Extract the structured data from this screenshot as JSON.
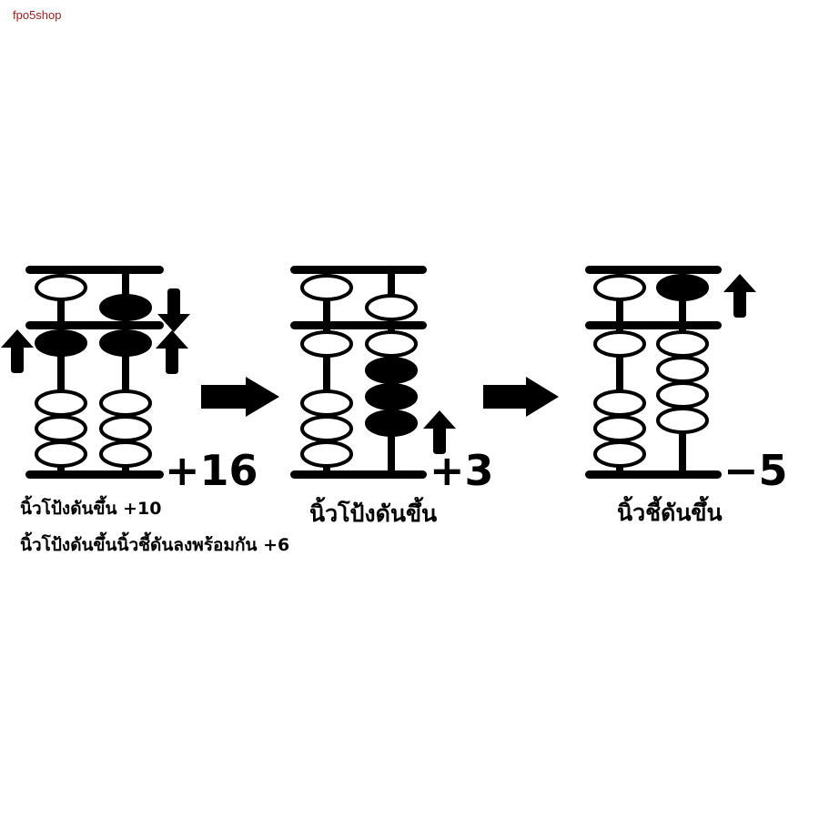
{
  "watermark": "fpo5shop",
  "colors": {
    "ink": "#000000",
    "paper": "#ffffff",
    "watermark": "#9b1c1c"
  },
  "panels": [
    {
      "label": "+16",
      "captions": [
        "นิ้วโป้งดันขึ้น +10",
        "นิ้วโป้งดันขึ้นนิ้วชี้ดันลงพร้อมกัน +6"
      ],
      "rods": [
        {
          "upper_bead_filled": false,
          "lower_beads_filled": [
            true,
            false,
            false,
            false
          ]
        },
        {
          "upper_bead_filled": true,
          "lower_beads_filled": [
            true,
            false,
            false,
            false
          ]
        }
      ],
      "arrows": [
        "up-arrow-left",
        "down-arrow-upper-right",
        "up-arrow-lower-right"
      ]
    },
    {
      "label": "+3",
      "captions": [
        "นิ้วโป้งดันขึ้น"
      ],
      "rods": [
        {
          "upper_bead_filled": false,
          "lower_beads_filled": [
            false,
            false,
            false,
            false
          ]
        },
        {
          "upper_bead_filled": false,
          "lower_beads_filled": [
            false,
            true,
            true,
            true
          ]
        }
      ],
      "arrows": [
        "up-arrow-lower-right"
      ]
    },
    {
      "label": "−5",
      "captions": [
        "นิ้วชี้ดันขึ้น"
      ],
      "rods": [
        {
          "upper_bead_filled": false,
          "lower_beads_filled": [
            false,
            false,
            false,
            false
          ]
        },
        {
          "upper_bead_filled": true,
          "lower_beads_filled": [
            false,
            false,
            false,
            false
          ]
        }
      ],
      "arrows": [
        "up-arrow-upper-right"
      ]
    }
  ]
}
